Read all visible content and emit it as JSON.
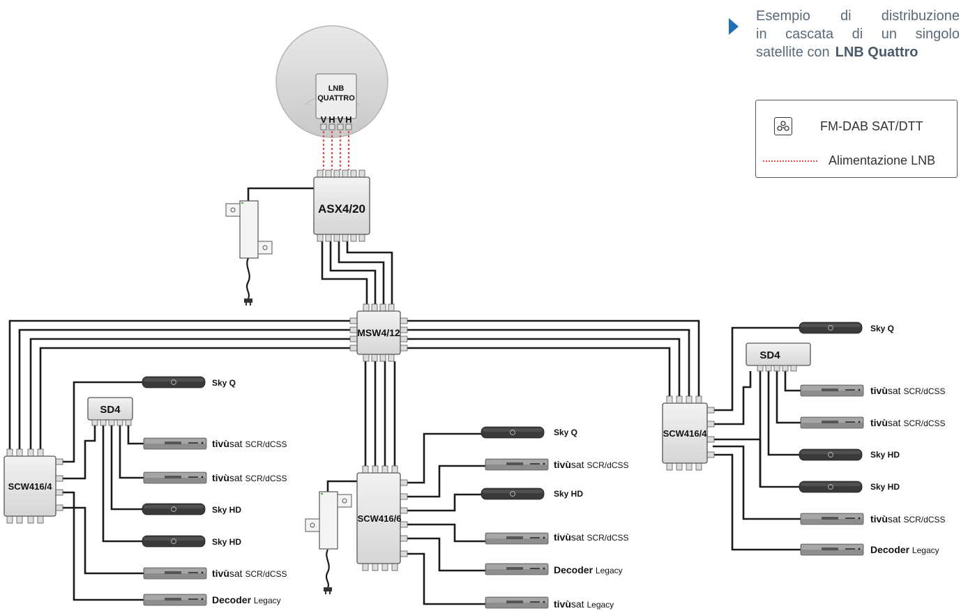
{
  "caption": {
    "line1": [
      "Esempio",
      "di",
      "distribuzione"
    ],
    "line2": [
      "in",
      "cascata",
      "di",
      "un",
      "singolo"
    ],
    "line3_a": "satellite con",
    "line3_b": "LNB Quattro"
  },
  "legend": {
    "fm_dab": "FM-DAB SAT/DTT",
    "lnb_power": "Alimentazione LNB"
  },
  "lnb": {
    "title_1": "LNB",
    "title_2": "QUATTRO",
    "ports": [
      "V",
      "H",
      "V",
      "H"
    ]
  },
  "units": {
    "asx": "ASX4/20",
    "msw": "MSW4/12",
    "scw_left": "SCW416/4",
    "scw_center": "SCW416/6",
    "scw_right": "SCW416/4",
    "sd4_left": "SD4",
    "sd4_right": "SD4"
  },
  "receivers": {
    "left": [
      {
        "bold": "Sky Q",
        "rest": ""
      },
      {
        "bold": "tivù",
        "rest": "sat",
        "small": "SCR/dCSS"
      },
      {
        "bold": "tivù",
        "rest": "sat",
        "small": "SCR/dCSS"
      },
      {
        "bold": "Sky HD",
        "rest": ""
      },
      {
        "bold": "Sky HD",
        "rest": ""
      },
      {
        "bold": "tivù",
        "rest": "sat",
        "small": "SCR/dCSS"
      },
      {
        "bold": "Decoder",
        "rest": "",
        "small": "Legacy"
      }
    ],
    "center": [
      {
        "bold": "Sky Q",
        "rest": ""
      },
      {
        "bold": "tivù",
        "rest": "sat",
        "small": "SCR/dCSS"
      },
      {
        "bold": "Sky HD",
        "rest": ""
      },
      {
        "bold": "tivù",
        "rest": "sat",
        "small": "SCR/dCSS"
      },
      {
        "bold": "Decoder",
        "rest": "",
        "small": "Legacy"
      },
      {
        "bold": "tivù",
        "rest": "sat",
        "small": "Legacy"
      }
    ],
    "right": [
      {
        "bold": "Sky Q",
        "rest": ""
      },
      {
        "bold": "tivù",
        "rest": "sat",
        "small": "SCR/dCSS"
      },
      {
        "bold": "tivù",
        "rest": "sat",
        "small": "SCR/dCSS"
      },
      {
        "bold": "Sky HD",
        "rest": ""
      },
      {
        "bold": "Sky HD",
        "rest": ""
      },
      {
        "bold": "tivù",
        "rest": "sat",
        "small": "SCR/dCSS"
      },
      {
        "bold": "Decoder",
        "rest": "",
        "small": "Legacy"
      }
    ]
  },
  "colors": {
    "accent_arrow": "#1f6fb6",
    "lnb_power_line": "#e34a4a",
    "cable": "#1a1a1a",
    "device": "#e4e4e4"
  }
}
